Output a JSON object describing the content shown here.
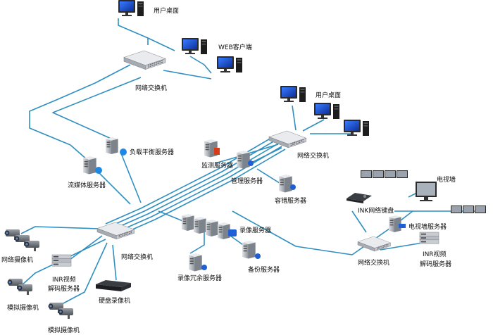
{
  "colors": {
    "link": "#2f8fc0",
    "monitor_screen": "#1a4fd0",
    "server_body": "#b9bec5",
    "switch_body": "#c9ccd1",
    "disk_blue": "#1f5fd6",
    "alert_red": "#d83a1a",
    "background": "#ffffff"
  },
  "icons": {
    "pc": "desktop-computer-icon",
    "switch": "network-switch-icon",
    "server": "server-icon",
    "camera": "cctv-camera-icon",
    "nvr": "network-video-recorder-icon",
    "dvr": "dvr-icon",
    "keyboard": "control-keyboard-icon",
    "video_wall": "video-wall-icon"
  },
  "labels": {
    "user_desktop_top": "用户桌面",
    "web_client": "WEB客户端",
    "switch_top": "网络交换机",
    "user_desktop_right": "用户桌面",
    "switch_right": "网络交换机",
    "load_balance": "负载平衡服务器",
    "streaming": "流媒体服务器",
    "monitor_server": "监测服务器",
    "management_server": "管理服务器",
    "dr_server": "容错服务器",
    "video_wall": "电视墙",
    "ink_keyboard": "INK网络键盘",
    "video_wall_server": "电视墙服务器",
    "inr_decoder_right_line1": "INR视频",
    "inr_decoder_right_line2": "解码服务器",
    "switch_bottom_right": "网络交换机",
    "recording_server": "录像服务器",
    "backup_server": "备份服务器",
    "recording_redundancy": "录像冗余服务器",
    "switch_center": "网络交换机",
    "network_camera": "网络摄像机",
    "inr_decoder_left_line1": "INR视频",
    "inr_decoder_left_line2": "解码服务器",
    "analog_camera_1": "模拟摄像机",
    "dvr": "硬盘录像机",
    "analog_camera_2": "模拟摄像机"
  }
}
